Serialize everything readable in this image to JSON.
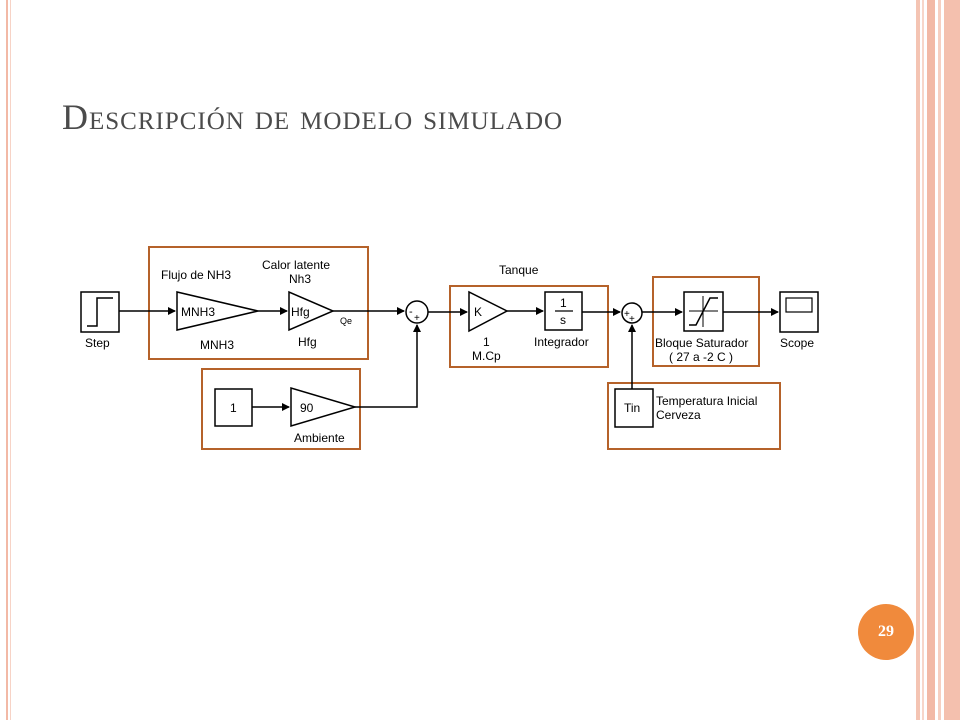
{
  "slide": {
    "title": "Descripción de modelo simulado",
    "page_number": "29"
  },
  "diagram": {
    "step_label": "Step",
    "flujo_label": "Flujo de NH3",
    "gain_mnh3_text": "MNH3",
    "gain_mnh3_label": "MNH3",
    "calor_label_line1": "Calor latente",
    "calor_label_line2": "Nh3",
    "gain_hfg_text": "Hfg",
    "gain_hfg_label": "Hfg",
    "qe_label": "Qe",
    "const_one_text": "1",
    "gain_90_text": "90",
    "ambiente_label": "Ambiente",
    "tanque_label": "Tanque",
    "gain_k_text": "K",
    "gain_k_label_line1": "1",
    "gain_k_label_line2": "M.Cp",
    "integrator_num": "1",
    "integrator_den": "s",
    "integrator_label": "Integrador",
    "saturation_label_line1": "Bloque Saturador",
    "saturation_label_line2": "( 27 a -2 C )",
    "scope_label": "Scope",
    "tin_text": "Tin",
    "tin_label_line1": "Temperatura Inicial",
    "tin_label_line2": "Cerveza",
    "sum1_sign_top": "-",
    "sum1_sign_bottom": "+",
    "sum2_sign_left": "+",
    "sum2_sign_bottom": "+"
  },
  "colors": {
    "highlight_box": "#b5622a",
    "badge": "#f08a3c",
    "title": "#4b4b4b",
    "border_accent": "#f2b9a6"
  }
}
